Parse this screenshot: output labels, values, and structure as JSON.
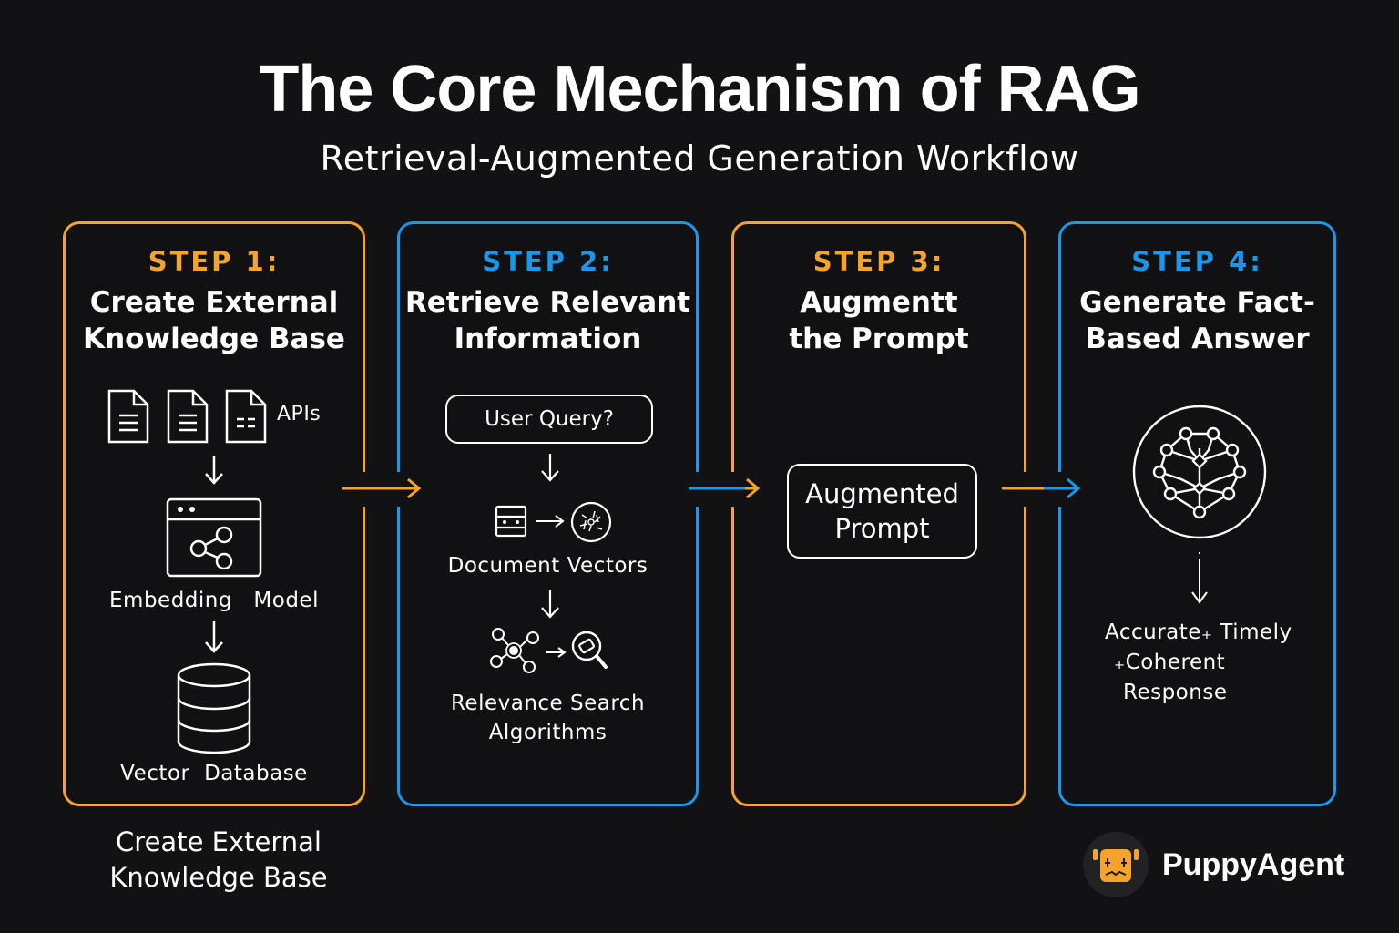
{
  "header": {
    "title": "The Core Mechanism of RAG",
    "subtitle": "Retrieval-Augmented Generation Workflow"
  },
  "colors": {
    "background": "#121214",
    "orange_accent": "#f5a32a",
    "blue_accent": "#1a96ea",
    "text": "#ffffff"
  },
  "steps": [
    {
      "label": "STEP 1:",
      "title_line1": "Create External",
      "title_line2": "Knowledge Base",
      "accent": "orange",
      "apis_label": "APIs",
      "embedding_label": "Embedding   Model",
      "database_label": "Vector  Database",
      "icons": [
        "document-icon",
        "document-icon",
        "document-icon",
        "arrow-down-icon",
        "embedding-model-icon",
        "arrow-down-icon",
        "database-icon"
      ]
    },
    {
      "label": "STEP 2:",
      "title_line1": "Retrieve Relevant",
      "title_line2": "Information",
      "accent": "blue",
      "query_label": "User Query?",
      "vectors_label": "Document Vectors",
      "search_label_line1": "Relevance Search",
      "search_label_line2": "Algorithms",
      "icons": [
        "arrow-down-icon",
        "server-icon",
        "arrow-right-icon",
        "vector-cluster-icon",
        "arrow-down-icon",
        "network-icon",
        "arrow-right-icon",
        "magnifier-icon"
      ]
    },
    {
      "label": "STEP 3:",
      "title_line1": "Augmentt",
      "title_line2": "the Prompt",
      "accent": "orange",
      "box_line1": "Augmented",
      "box_line2": "Prompt"
    },
    {
      "label": "STEP 4:",
      "title_line1": "Generate Fact-",
      "title_line2": "Based Answer",
      "accent": "blue",
      "result_line1": "Accurate₊ Timely",
      "result_line2": "₊Coherent",
      "result_line3": "Response",
      "icons": [
        "neural-network-icon",
        "arrow-down-icon"
      ]
    }
  ],
  "footer": {
    "caption_line1": "Create External",
    "caption_line2": "Knowledge Base",
    "brand_name": "PuppyAgent",
    "brand_icon": "puppy-logo-icon"
  }
}
